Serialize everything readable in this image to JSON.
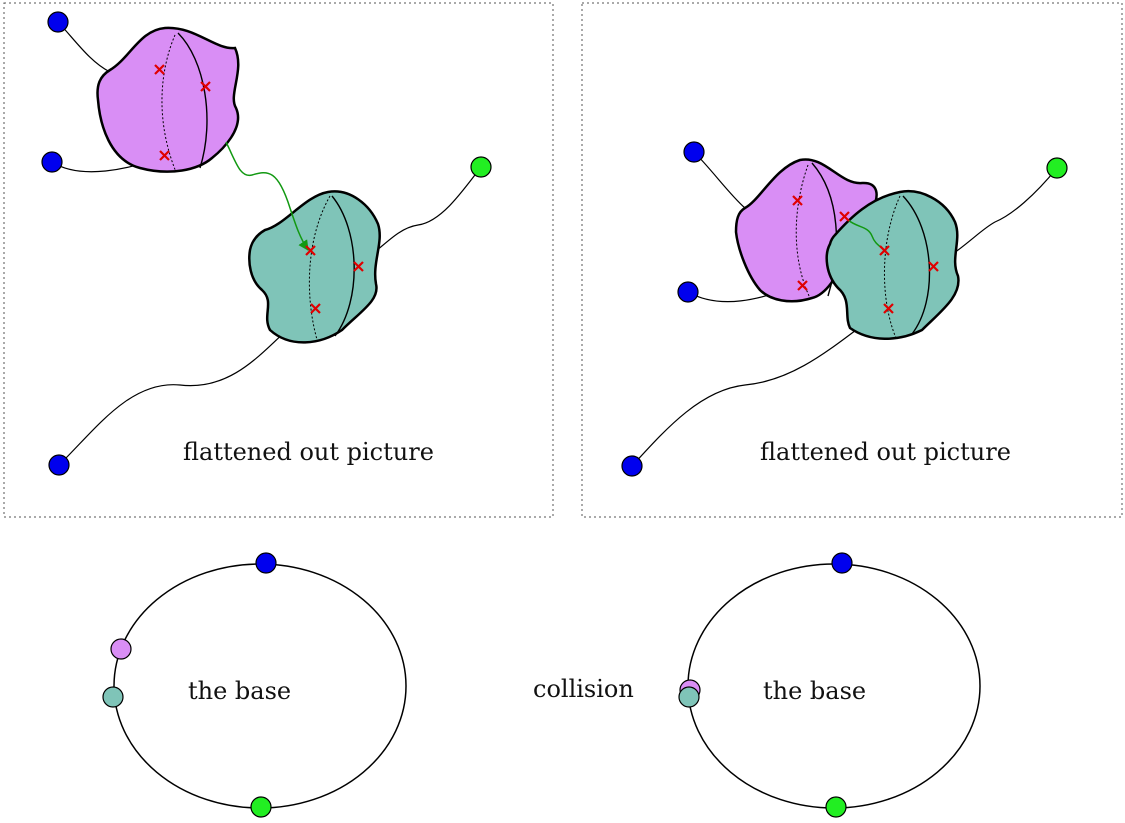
{
  "panels": [
    {
      "caption": "flattened out picture"
    },
    {
      "caption": "flattened out picture"
    }
  ],
  "bases": [
    {
      "caption": "the base"
    },
    {
      "caption": "the base",
      "annotation": "collision"
    }
  ],
  "colors": {
    "blob_purple": "#D98EF5",
    "blob_teal": "#7FC4B8",
    "marked_blue": "#0000EE",
    "marked_green": "#22EE22",
    "cross_red": "#E00000",
    "path_green": "#129912",
    "border_dotted": "#555555"
  }
}
